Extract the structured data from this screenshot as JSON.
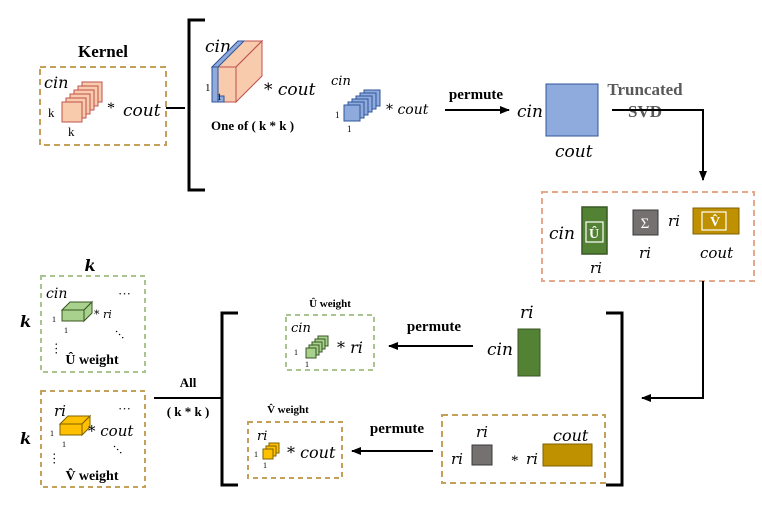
{
  "colors": {
    "kernel_fill": "#f8cbad",
    "kernel_stroke": "#c0504d",
    "blue_fill": "#8faadc",
    "blue_stroke": "#2f5597",
    "u_fill": "#548235",
    "u_stroke": "#385723",
    "u_light": "#a9d18e",
    "sigma_fill": "#767171",
    "v_fill": "#bf9000",
    "v_light": "#ffc000",
    "box_orange_dashed": "#c5a05a",
    "box_green_dashed": "#a9c48f",
    "box_peach_dashed": "#e3a98a",
    "label_gray": "#595959",
    "white_text": "#ffffff"
  },
  "labels": {
    "kernel": "Kernel",
    "c_in": "cin",
    "c_out": "cout",
    "k": "k",
    "one": "1",
    "times_cout": "* cout",
    "times": "*",
    "one_of": "One of ( k * k )",
    "permute_1": "permute",
    "truncated": "Truncated",
    "svd": "SVD",
    "u_hat": "Û",
    "sigma": "Σ",
    "v_hat": "V̂",
    "r_i": "ri",
    "times_ri": "* ri",
    "u_weight_title": "Û weight",
    "v_weight_title": "V̂ weight",
    "permute_2": "permute",
    "permute_3": "permute",
    "all": "All",
    "all_kk": "( k * k )",
    "ellipsis": "···",
    "u_weight_label": "Û weight",
    "v_weight_label": "V̂ weight"
  }
}
